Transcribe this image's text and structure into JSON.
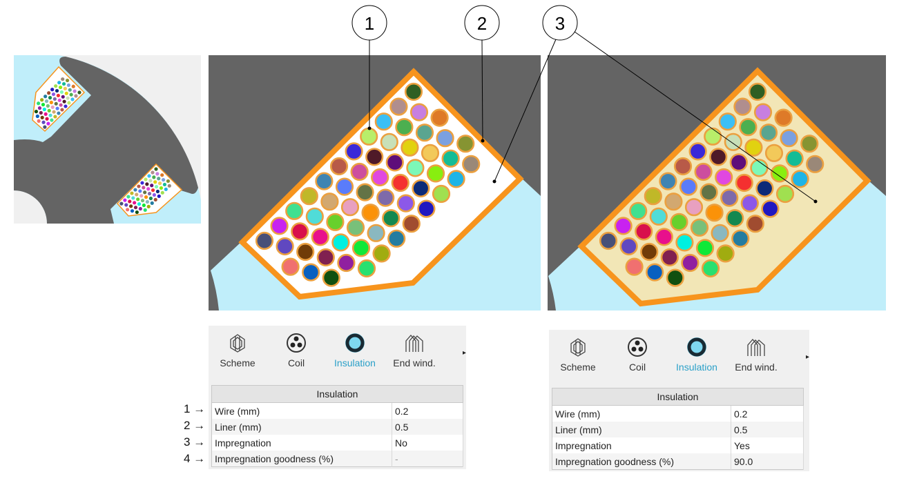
{
  "callouts": [
    "1",
    "2",
    "3"
  ],
  "colors": {
    "slot_border": "#f7941d",
    "stator": "#646464",
    "airgap": "#c0eefa",
    "liner_fill": "#ffffff",
    "impregnation_fill": "#f2e6b6",
    "conductor_stroke": "#eba040"
  },
  "conductor_colors": [
    "#2f5f23",
    "#b08e8e",
    "#c77fe0",
    "#de7a28",
    "#3bbff5",
    "#4caf50",
    "#5aa590",
    "#7ba0e0",
    "#869432",
    "#b8ee6a",
    "#c8e0b8",
    "#e1d210",
    "#f2c95a",
    "#14bc96",
    "#9a8878",
    "#3a28d8",
    "#4f1a28",
    "#5e0e7a",
    "#7cf8b8",
    "#88ee10",
    "#1eb4e6",
    "#b85a48",
    "#cc4e9e",
    "#e048e0",
    "#f43030",
    "#0c2a78",
    "#a0e050",
    "#3f84b2",
    "#5a7cfa",
    "#637346",
    "#7e6aaa",
    "#8c58e8",
    "#2018c0",
    "#c0b828",
    "#d2a870",
    "#e8a0c0",
    "#fb9208",
    "#148850",
    "#a04c30",
    "#40e090",
    "#50dcd8",
    "#68d02c",
    "#78c07a",
    "#8ab8c0",
    "#247ca0",
    "#c822f0",
    "#d8104c",
    "#e8108c",
    "#00f0e0",
    "#10e838",
    "#a0ac10",
    "#485078",
    "#6048c0",
    "#703c08",
    "#802050",
    "#9020a0",
    "#28e070",
    "#f07070",
    "#0860c0",
    "#105010"
  ],
  "tabs": [
    {
      "label": "Scheme",
      "icon": "scheme-icon"
    },
    {
      "label": "Coil",
      "icon": "coil-icon"
    },
    {
      "label": "Insulation",
      "icon": "insulation-icon"
    },
    {
      "label": "End wind.",
      "icon": "end-winding-icon"
    }
  ],
  "more_arrow": "▸",
  "left_table": {
    "title": "Insulation",
    "rows": [
      {
        "label": "Wire (mm)",
        "value": "0.2"
      },
      {
        "label": "Liner (mm)",
        "value": "0.5"
      },
      {
        "label": "Impregnation",
        "value": "No"
      },
      {
        "label": "Impregnation goodness (%)",
        "value": "-"
      }
    ]
  },
  "right_table": {
    "title": "Insulation",
    "rows": [
      {
        "label": "Wire (mm)",
        "value": "0.2"
      },
      {
        "label": "Liner (mm)",
        "value": "0.5"
      },
      {
        "label": "Impregnation",
        "value": "Yes"
      },
      {
        "label": "Impregnation goodness (%)",
        "value": "90.0"
      }
    ]
  },
  "row_markers": [
    "1 →",
    "2 →",
    "3 →",
    "4 →"
  ]
}
